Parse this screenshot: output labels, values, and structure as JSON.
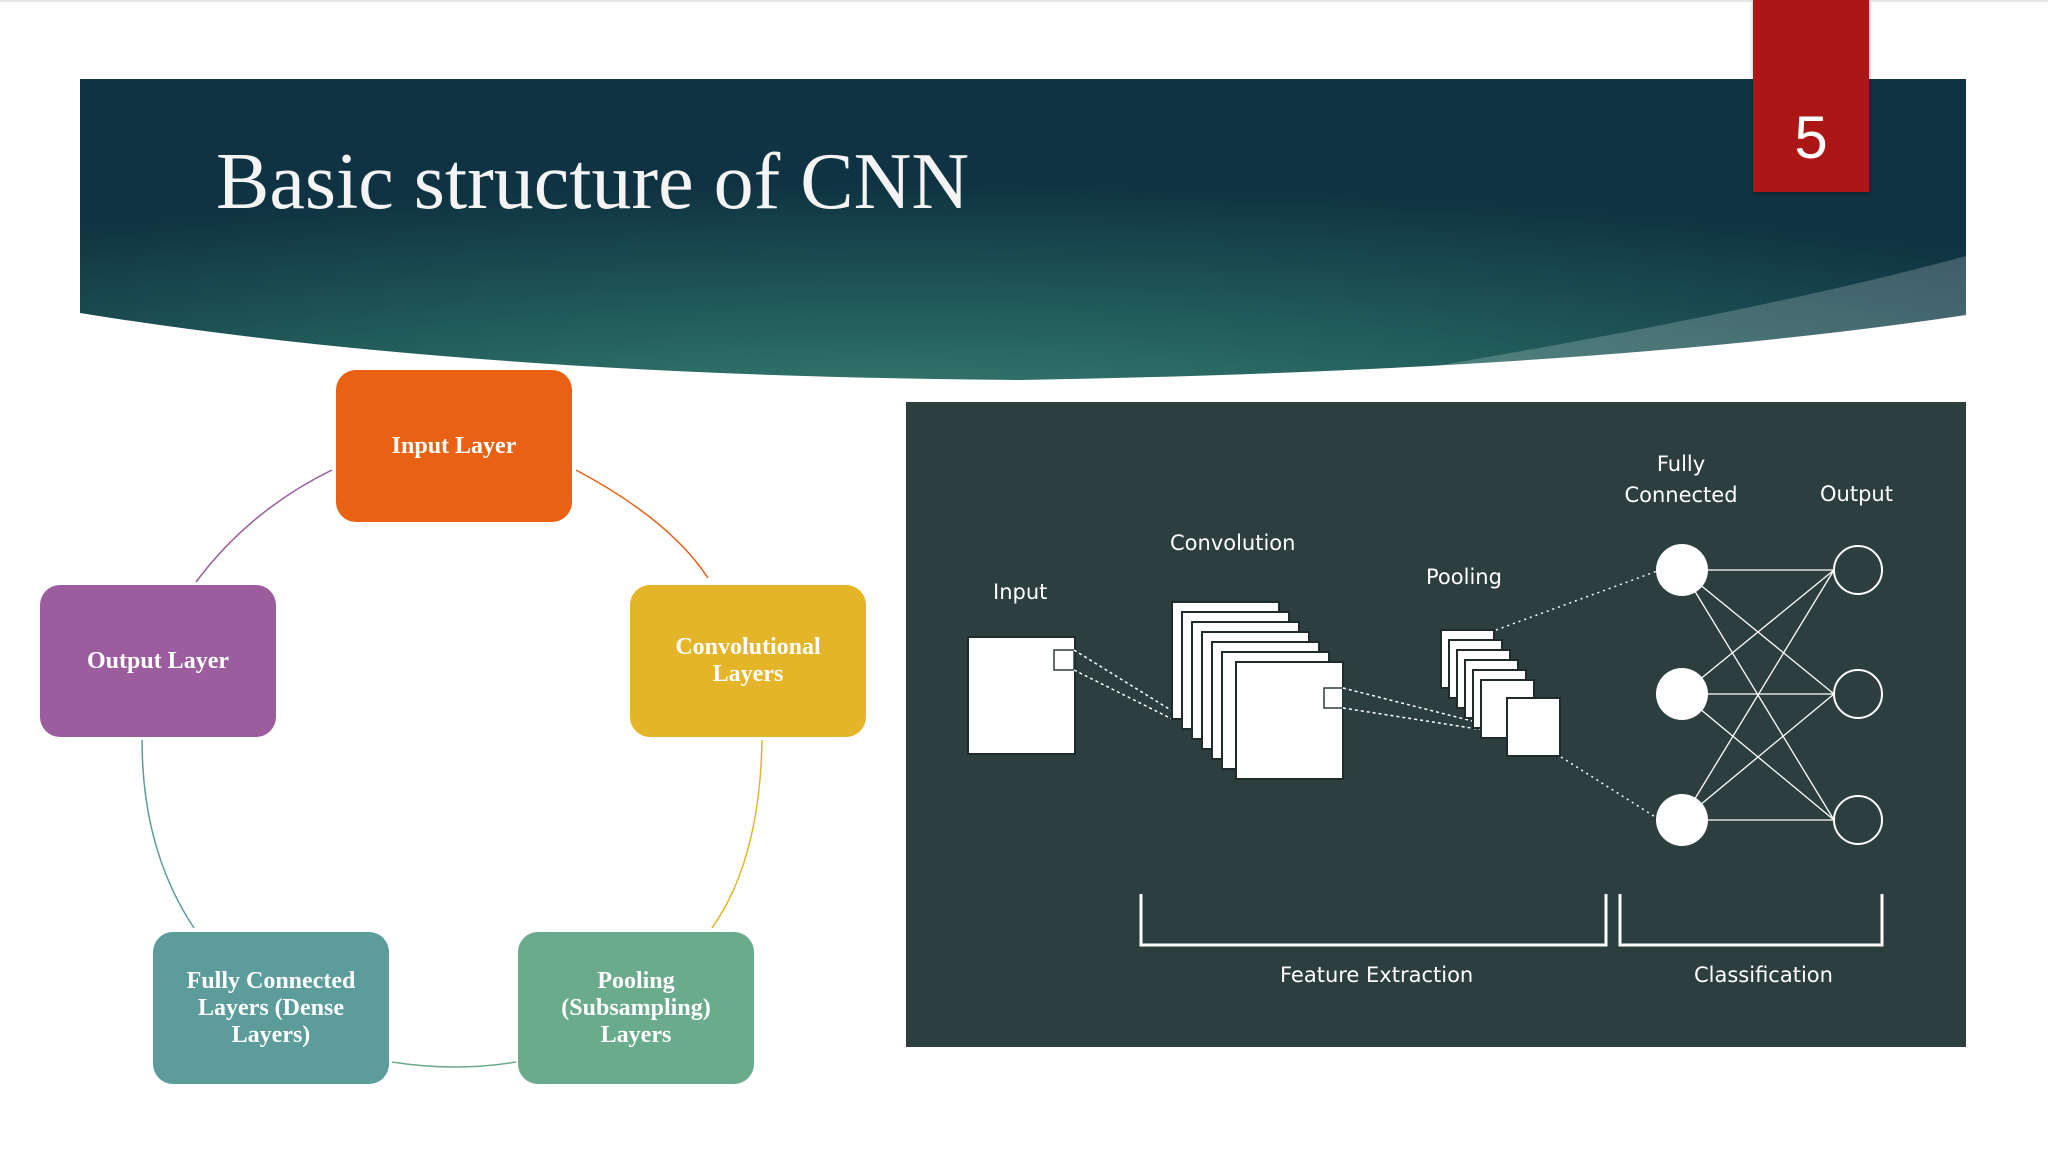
{
  "slide": {
    "title": "Basic structure of CNN",
    "page_number": "5",
    "colors": {
      "banner_dark": "#0f3342",
      "banner_light": "#3b7c72",
      "accent_red": "#ad1616"
    }
  },
  "cycle": {
    "nodes": [
      {
        "label": "Input Layer",
        "color": "#e96113"
      },
      {
        "label": "Convolutional\nLayers",
        "color": "#e4b429"
      },
      {
        "label": "Pooling\n(Subsampling)\nLayers",
        "color": "#69ab8b"
      },
      {
        "label": "Fully Connected\nLayers (Dense\nLayers)",
        "color": "#5c9c9b"
      },
      {
        "label": "Output Layer",
        "color": "#9c5d9e"
      }
    ]
  },
  "cnn_diagram": {
    "background": "#2c3f3e",
    "labels": {
      "input": "Input",
      "convolution": "Convolution",
      "pooling": "Pooling",
      "fully_connected": "Fully\nConnected",
      "output": "Output",
      "feature_extraction": "Feature Extraction",
      "classification": "Classification"
    }
  }
}
